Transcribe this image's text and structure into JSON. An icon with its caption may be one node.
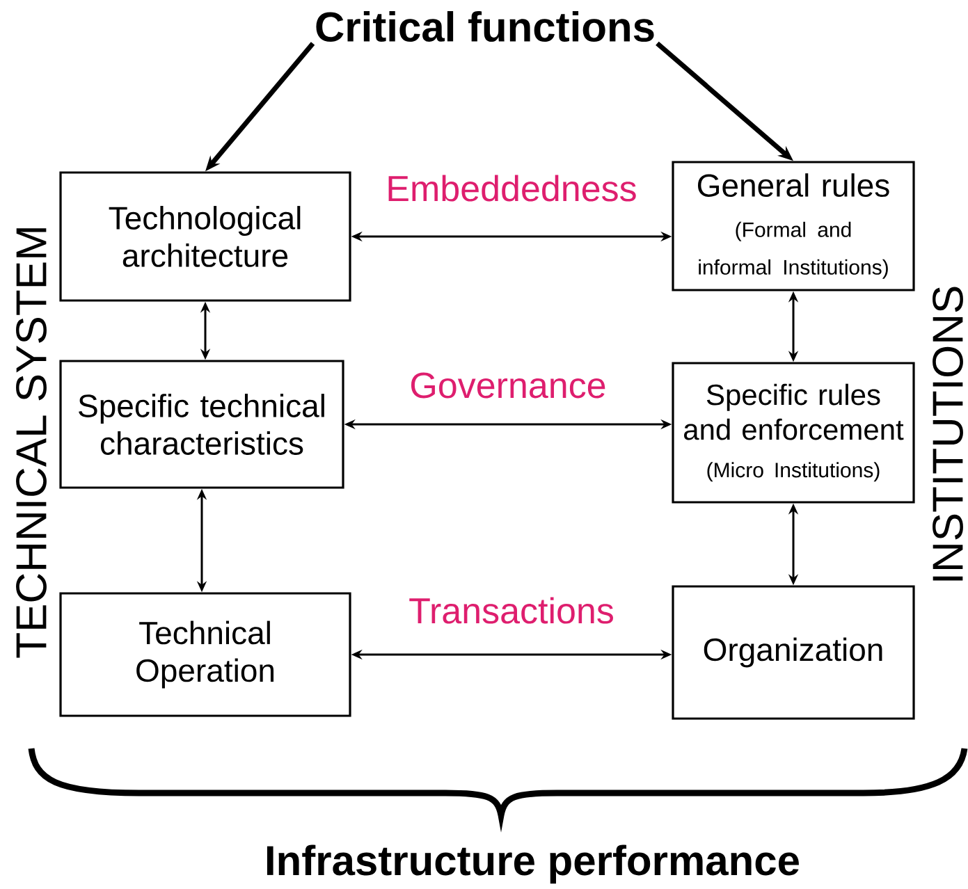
{
  "diagram": {
    "nodes": [
      {
        "text": [
          "Critical functions"
        ]
      },
      {
        "text": [
          "Technological architecture"
        ]
      },
      {
        "text": [
          "General rules",
          "(Formal and informal Institutions)"
        ]
      },
      {
        "text": [
          "Specific technical characteristics"
        ]
      },
      {
        "text": [
          "Specific rules and enforcement",
          "(Micro Institutions)"
        ]
      },
      {
        "text": [
          "Technical Operation"
        ]
      },
      {
        "text": [
          "Organization"
        ]
      }
    ],
    "edges": [
      {
        "from": 0,
        "to": 1,
        "arrow": "to",
        "style": "thick"
      },
      {
        "from": 0,
        "to": 2,
        "arrow": "to",
        "style": "thick"
      },
      {
        "from": 1,
        "to": 2,
        "arrow": "both",
        "label": "Embeddedness"
      },
      {
        "from": 1,
        "to": 3,
        "arrow": "both"
      },
      {
        "from": 2,
        "to": 4,
        "arrow": "both"
      },
      {
        "from": 3,
        "to": 4,
        "arrow": "both",
        "label": "Governance"
      },
      {
        "from": 3,
        "to": 5,
        "arrow": "both"
      },
      {
        "from": 4,
        "to": 6,
        "arrow": "both"
      },
      {
        "from": 5,
        "to": 6,
        "arrow": "both",
        "label": "Transactions"
      }
    ],
    "labels": [
      "TECHNICAL SYSTEM",
      "INSTITUTIONS",
      "Infrastructure performance"
    ]
  }
}
